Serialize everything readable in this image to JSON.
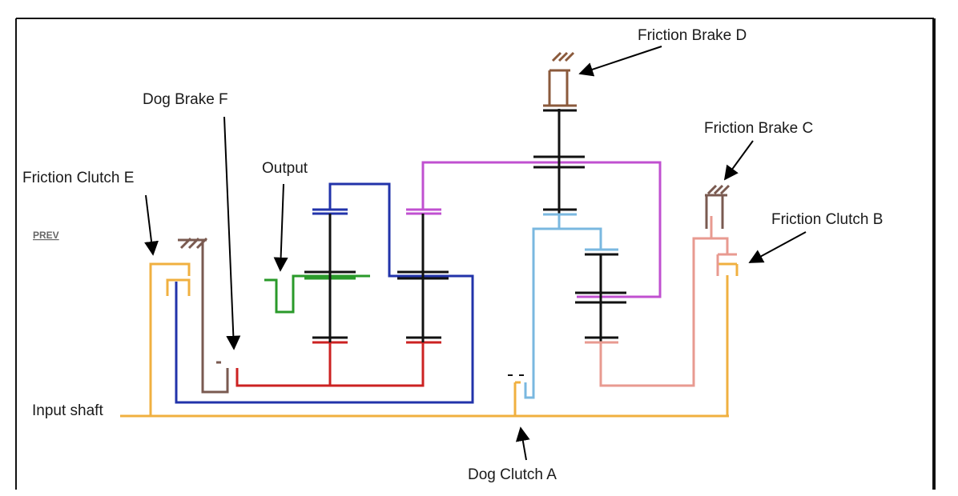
{
  "labels": {
    "friction_brake_d": "Friction Brake D",
    "dog_brake_f": "Dog Brake F",
    "friction_brake_c": "Friction Brake C",
    "friction_clutch_e": "Friction Clutch E",
    "output": "Output",
    "friction_clutch_b": "Friction Clutch B",
    "prev": "PREV",
    "input_shaft": "Input shaft",
    "dog_clutch_a": "Dog Clutch A"
  },
  "colors": {
    "input_shaft": "#f0b040",
    "clutch_e_output": "#2233aa",
    "brake_f_member": "#cc2222",
    "output": "#2a9a2a",
    "brake_d_member": "#8b5a3c",
    "magenta_member": "#c050d0",
    "light_blue_member": "#7ab8e0",
    "salmon_member": "#e89a90",
    "shaft": "#111111",
    "ground": "#7a5a50",
    "frame": "#111111"
  }
}
